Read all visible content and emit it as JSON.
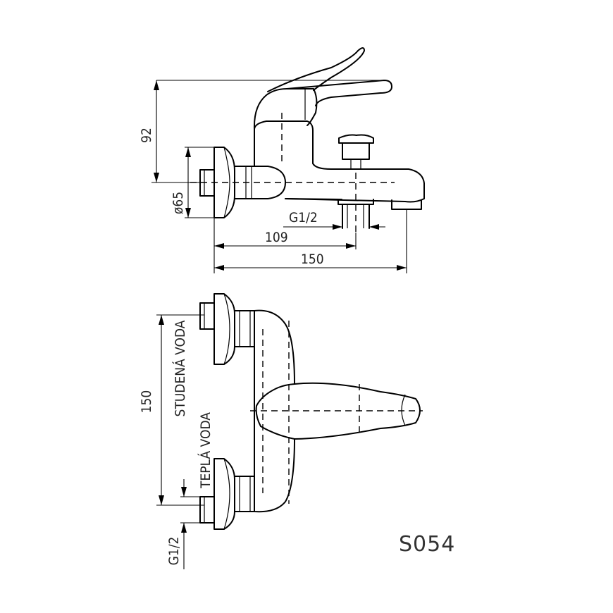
{
  "drawing": {
    "model_code": "S054",
    "top_view": {
      "height_label": "92",
      "diameter_label": "ø65",
      "thread_label": "G1/2",
      "spout_distance_label": "109",
      "overall_length_label": "150"
    },
    "front_view": {
      "center_distance_label": "150",
      "cold_water_label": "STUDENÁ VODA",
      "hot_water_label": "TEPLÁ VODA",
      "thread_label": "G1/2"
    }
  }
}
